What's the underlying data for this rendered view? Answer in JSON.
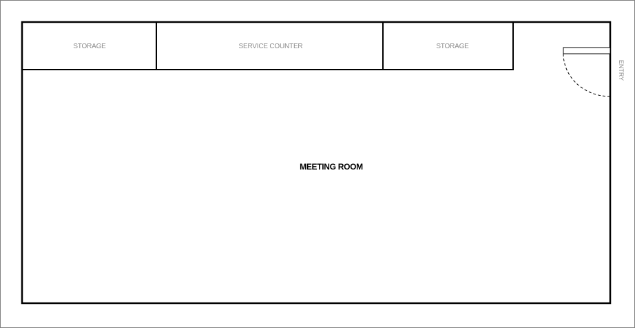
{
  "floorplan": {
    "rooms": {
      "storage_left": "STORAGE",
      "service_counter": "SERVICE COUNTER",
      "storage_right": "STORAGE",
      "meeting_room": "MEETING ROOM"
    },
    "entry": "ENTRY"
  }
}
